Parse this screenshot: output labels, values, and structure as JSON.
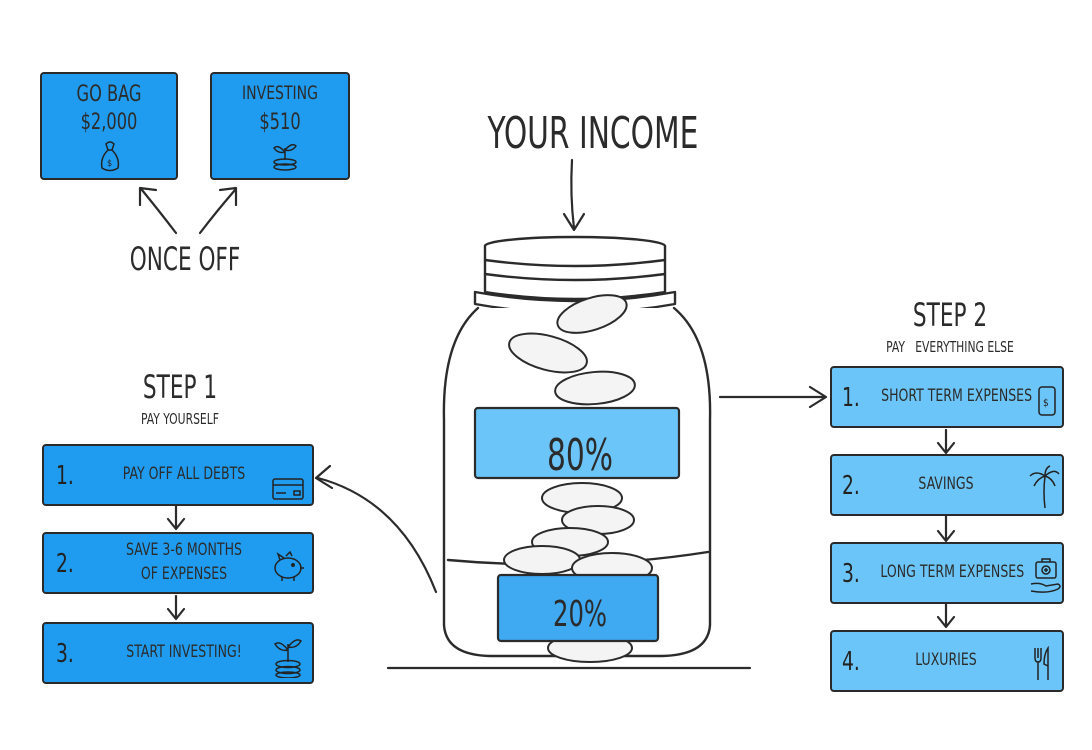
{
  "title": "YOUR INCOME",
  "jar": {
    "top_pct": "80%",
    "bottom_pct": "20%"
  },
  "once_off": {
    "label": "ONCE OFF",
    "boxes": [
      {
        "title": "GO BAG",
        "amount": "$2,000",
        "icon": "money-bag-icon"
      },
      {
        "title": "INVESTING",
        "amount": "$510",
        "icon": "plant-coins-icon"
      }
    ]
  },
  "step1": {
    "heading": "STEP 1",
    "subheading": "PAY YOURSELF",
    "items": [
      {
        "num": "1.",
        "label": "PAY OFF ALL DEBTS",
        "icon": "credit-card-icon"
      },
      {
        "num": "2.",
        "label_line1": "SAVE 3-6 MONTHS",
        "label_line2": "OF EXPENSES",
        "icon": "piggy-bank-icon"
      },
      {
        "num": "3.",
        "label": "START INVESTING!",
        "icon": "plant-coins-icon"
      }
    ]
  },
  "step2": {
    "heading": "STEP 2",
    "subheading": "PAY   EVERYTHING ELSE",
    "items": [
      {
        "num": "1.",
        "label": "SHORT TERM EXPENSES",
        "icon": "phone-dollar-icon"
      },
      {
        "num": "2.",
        "label": "SAVINGS",
        "icon": "palm-tree-icon"
      },
      {
        "num": "3.",
        "label": "LONG TERM EXPENSES",
        "icon": "medical-hand-icon"
      },
      {
        "num": "4.",
        "label": "LUXURIES",
        "icon": "fork-knife-icon"
      }
    ]
  },
  "colors": {
    "dark_blue": "#1f9cf0",
    "light_blue": "#6cc5f8",
    "outline": "#2a2a2a"
  }
}
